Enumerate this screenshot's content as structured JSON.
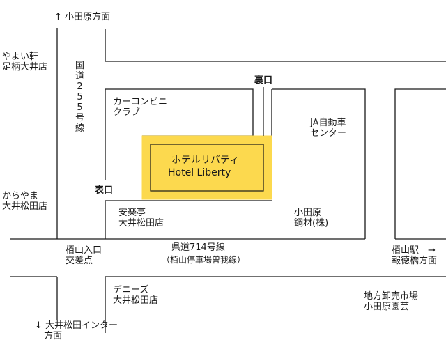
{
  "map": {
    "north_direction": "↑ 小田原方面",
    "south_direction": "↓ 大井松田インター\n　方面",
    "east_station": "栢山駅　→\n報徳橋方面",
    "route255": "国道255号線",
    "route714": "県道714号線",
    "route714_sub": "（栢山停車場曽我線）",
    "intersection": "栢山入口\n交差点",
    "hotel": {
      "name_ja": "ホテルリバティ",
      "name_en": "Hotel Liberty",
      "color": "#fcd94e"
    },
    "entrances": {
      "back": "裏口",
      "front": "表口"
    },
    "places": {
      "yayoi": "やよい軒\n足柄大井店",
      "karayama": "からやま\n大井松田店",
      "car_convenience": "カーコンビニ\nクラブ",
      "ja": "JA自動車\nセンター",
      "anrakutei": "安楽亭\n大井松田店",
      "odawara_kozai": "小田原\n鋼材(株)",
      "dennys": "デニーズ\n大井松田店",
      "market": "地方卸売市場\n小田原園芸"
    }
  }
}
